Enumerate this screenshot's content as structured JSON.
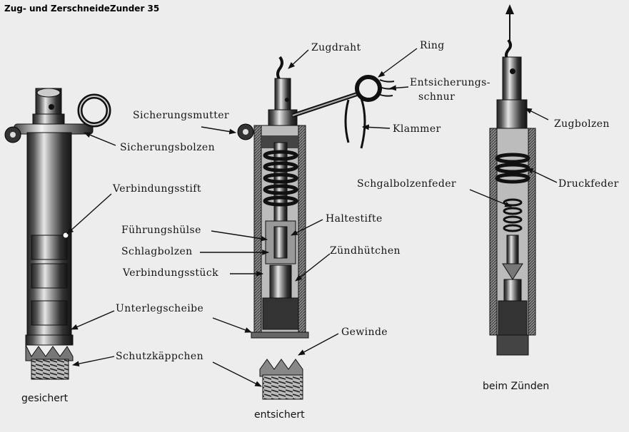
{
  "title": "Zug- und ZerschneideZunder 35",
  "labels": {
    "zugdraht": "Zugdraht",
    "ring": "Ring",
    "entsicherung_1": "Entsicherungs-",
    "entsicherung_2": "schnur",
    "sicherungsmutter": "Sicherungsmutter",
    "klammer": "Klammer",
    "sicherungsbolzen": "Sicherungsbolzen",
    "verbindungsstift": "Verbindungsstift",
    "haltestifte": "Haltestifte",
    "fuehrungshuelse": "Führungshülse",
    "schlagbolzen": "Schlagbolzen",
    "zuendhuetchen": "Zündhütchen",
    "verbindungsstueck": "Verbindungsstück",
    "unterlegscheibe": "Unterlegscheibe",
    "gewinde": "Gewinde",
    "schutzkaeppchen": "Schutzkäppchen",
    "zugbolzen": "Zugbolzen",
    "druckfeder": "Druckfeder",
    "schgalbolzenfeder": "Schgalbolzenfeder"
  },
  "captions": {
    "left": "gesichert",
    "middle": "entsichert",
    "right": "beim Zünden"
  }
}
